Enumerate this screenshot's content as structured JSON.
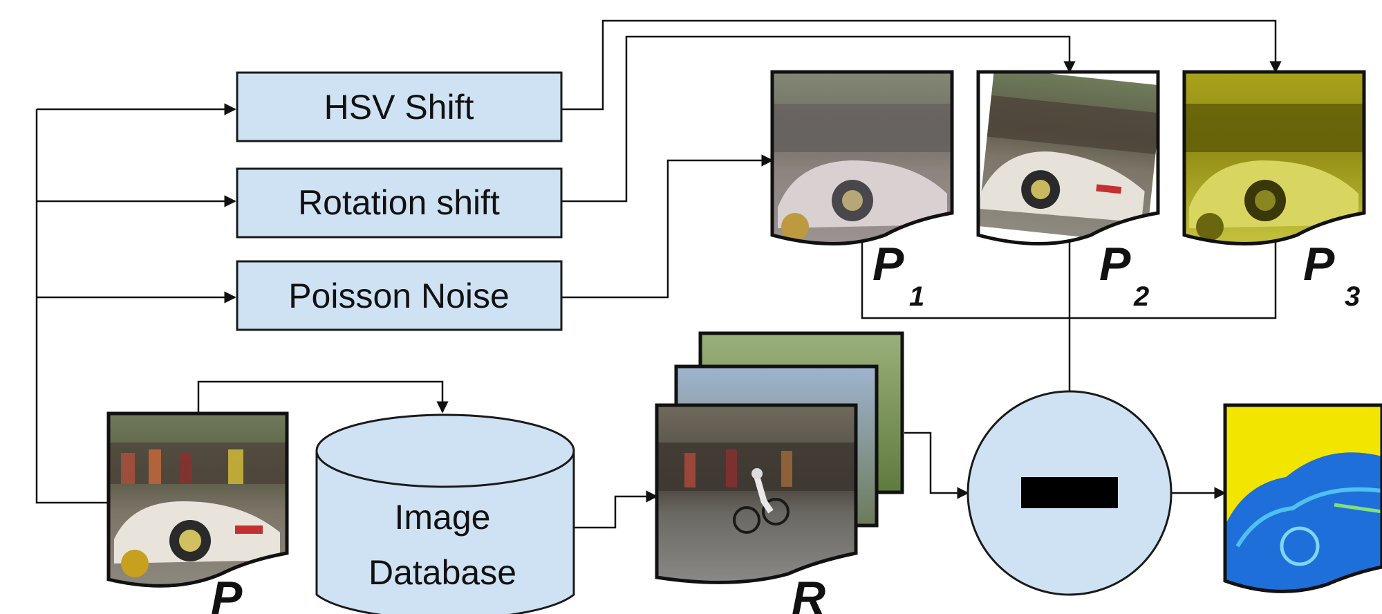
{
  "boxes": {
    "hsv_label": "HSV Shift",
    "rotation_label": "Rotation shift",
    "poisson_label": "Poisson Noise"
  },
  "database": {
    "line1": "Image",
    "line2": "Database"
  },
  "labels": {
    "p": "P",
    "p1": "P",
    "p1_sub": "1",
    "p2": "P",
    "p2_sub": "2",
    "p3": "P",
    "p3_sub": "3",
    "r": "R"
  },
  "colors": {
    "box_fill": "#cfe2f3",
    "stroke": "#111111",
    "heatmap_yellow": "#f2e600",
    "heatmap_blue": "#1e6fd9",
    "hsv_tint": "#c9c21a"
  },
  "icons": {
    "subtract": "minus-icon"
  }
}
